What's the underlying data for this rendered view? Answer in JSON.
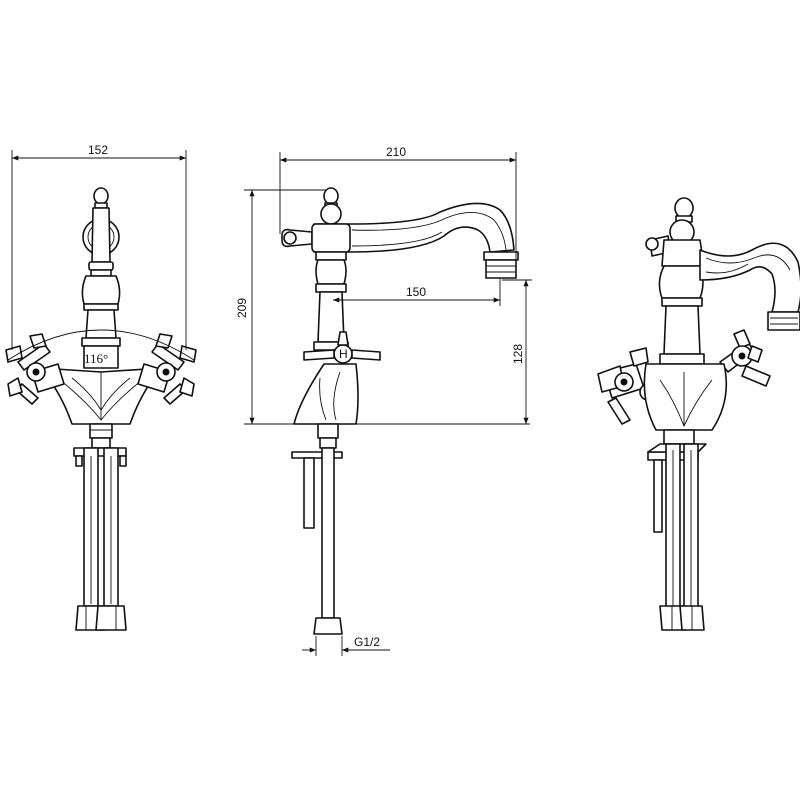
{
  "dimensions": {
    "front_width": "152",
    "side_reach": "210",
    "side_height": "209",
    "spout_reach": "150",
    "spout_height": "128",
    "thread": "G1/2"
  },
  "annotations": {
    "handle_angle": "116°"
  },
  "views": [
    "front-view",
    "side-view",
    "perspective-view"
  ]
}
